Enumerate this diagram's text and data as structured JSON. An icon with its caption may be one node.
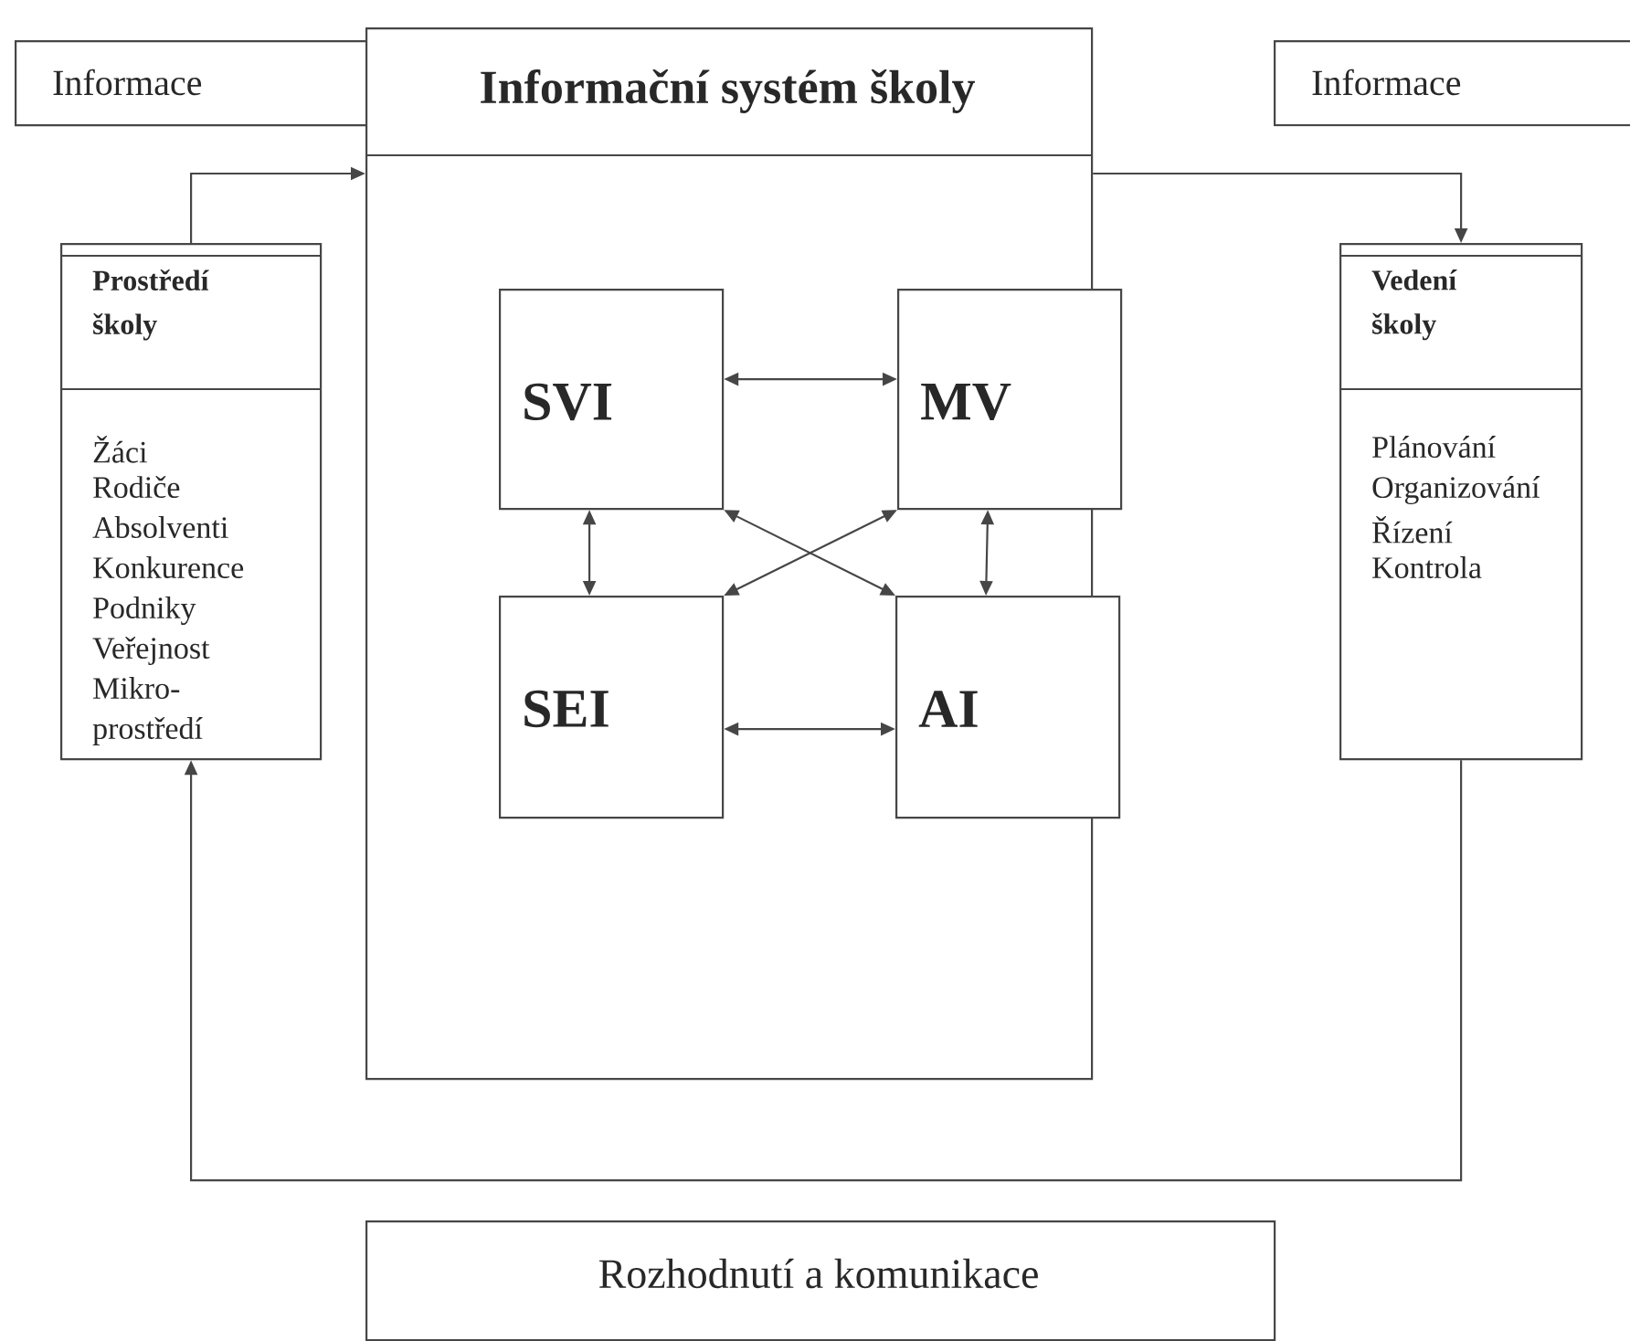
{
  "diagram": {
    "nodes": [
      {
        "text": [
          "Informace"
        ]
      },
      {
        "text": [
          "Informační systém školy"
        ]
      },
      {
        "text": [
          "Informace"
        ]
      },
      {
        "text": [
          "Prostředí školy",
          "Žáci",
          "Rodiče",
          "Absolventi",
          "Konkurence",
          "Podniky",
          "Veřejnost",
          "Mikro- prostředí"
        ]
      },
      {
        "text": [
          "SVI"
        ],
        "in": 1
      },
      {
        "text": [
          "MV"
        ],
        "in": 1
      },
      {
        "text": [
          "SEI"
        ],
        "in": 1
      },
      {
        "text": [
          "AI"
        ],
        "in": 1
      },
      {
        "text": [
          "Vedení školy",
          "Plánování",
          "Organizování",
          "Řízení",
          "Kontrola"
        ]
      },
      {
        "text": [
          "Rozhodnutí a komunikace"
        ]
      }
    ],
    "edges": [
      {
        "from": 3,
        "to": 1,
        "arrow": "to"
      },
      {
        "from": 1,
        "to": 8,
        "arrow": "to"
      },
      {
        "from": 8,
        "to": 3,
        "arrow": "to"
      },
      {
        "from": 4,
        "to": 5,
        "arrow": "both"
      },
      {
        "from": 4,
        "to": 6,
        "arrow": "both"
      },
      {
        "from": 4,
        "to": 7,
        "arrow": "both"
      },
      {
        "from": 5,
        "to": 6,
        "arrow": "both"
      },
      {
        "from": 5,
        "to": 7,
        "arrow": "both"
      },
      {
        "from": 6,
        "to": 7,
        "arrow": "both"
      }
    ]
  }
}
